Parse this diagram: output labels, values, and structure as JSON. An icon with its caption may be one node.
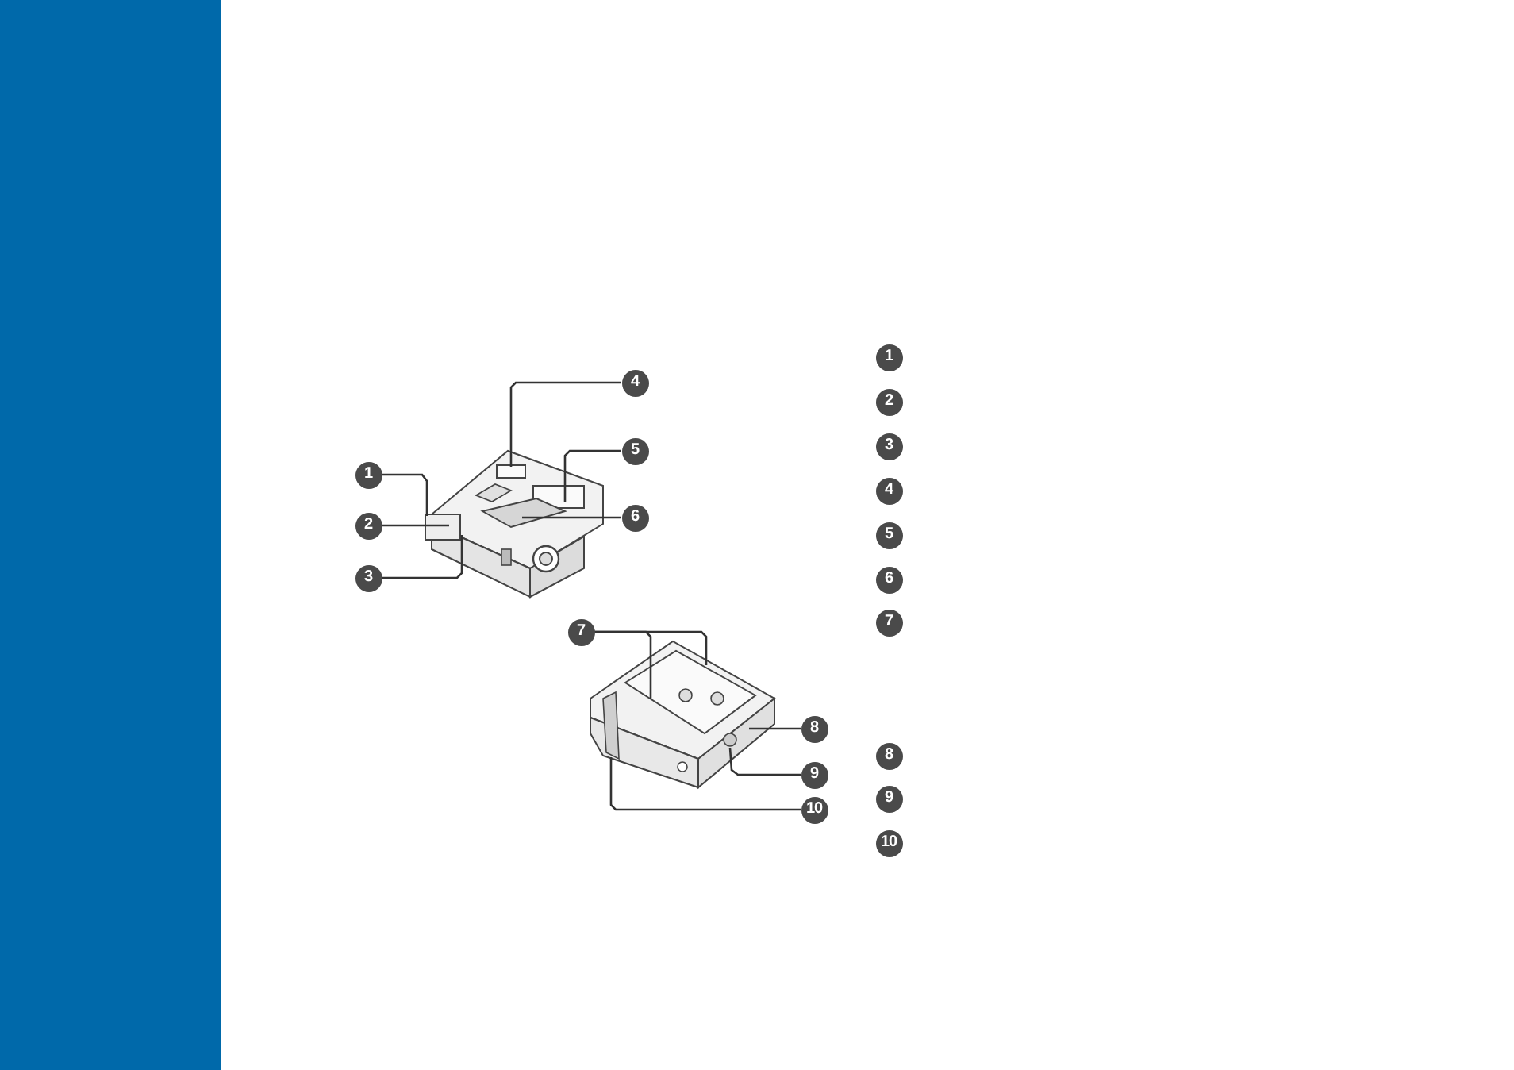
{
  "diagram": {
    "nodes": [
      {
        "text": [
          "1"
        ]
      },
      {
        "text": [
          "2"
        ]
      },
      {
        "text": [
          "3"
        ]
      },
      {
        "text": [
          "4"
        ]
      },
      {
        "text": [
          "5"
        ]
      },
      {
        "text": [
          "6"
        ]
      },
      {
        "text": [
          "7"
        ]
      },
      {
        "text": [
          "8"
        ]
      },
      {
        "text": [
          "9"
        ]
      },
      {
        "text": [
          "10"
        ]
      },
      {
        "text": [
          "1"
        ]
      },
      {
        "text": [
          "2"
        ]
      },
      {
        "text": [
          "3"
        ]
      },
      {
        "text": [
          "4"
        ]
      },
      {
        "text": [
          "5"
        ]
      },
      {
        "text": [
          "6"
        ]
      },
      {
        "text": [
          "7"
        ]
      },
      {
        "text": [
          "8"
        ]
      },
      {
        "text": [
          "9"
        ]
      },
      {
        "text": [
          "10"
        ]
      },
      {
        "text": [],
        "shape": "picture"
      },
      {
        "text": [],
        "shape": "picture"
      },
      {
        "text": [],
        "shape": "bar"
      }
    ],
    "edges": [
      {
        "from": 0,
        "to": 20,
        "arrow": "none"
      },
      {
        "from": 1,
        "to": 20,
        "arrow": "none"
      },
      {
        "from": 2,
        "to": 20,
        "arrow": "none"
      },
      {
        "from": 3,
        "to": 20,
        "arrow": "none"
      },
      {
        "from": 4,
        "to": 20,
        "arrow": "none"
      },
      {
        "from": 5,
        "to": 20,
        "arrow": "none"
      },
      {
        "from": 6,
        "to": 21,
        "arrow": "none"
      },
      {
        "from": 6,
        "to": 21,
        "arrow": "none"
      },
      {
        "from": 7,
        "to": 21,
        "arrow": "none"
      },
      {
        "from": 8,
        "to": 21,
        "arrow": "none"
      },
      {
        "from": 9,
        "to": 21,
        "arrow": "none"
      }
    ]
  }
}
